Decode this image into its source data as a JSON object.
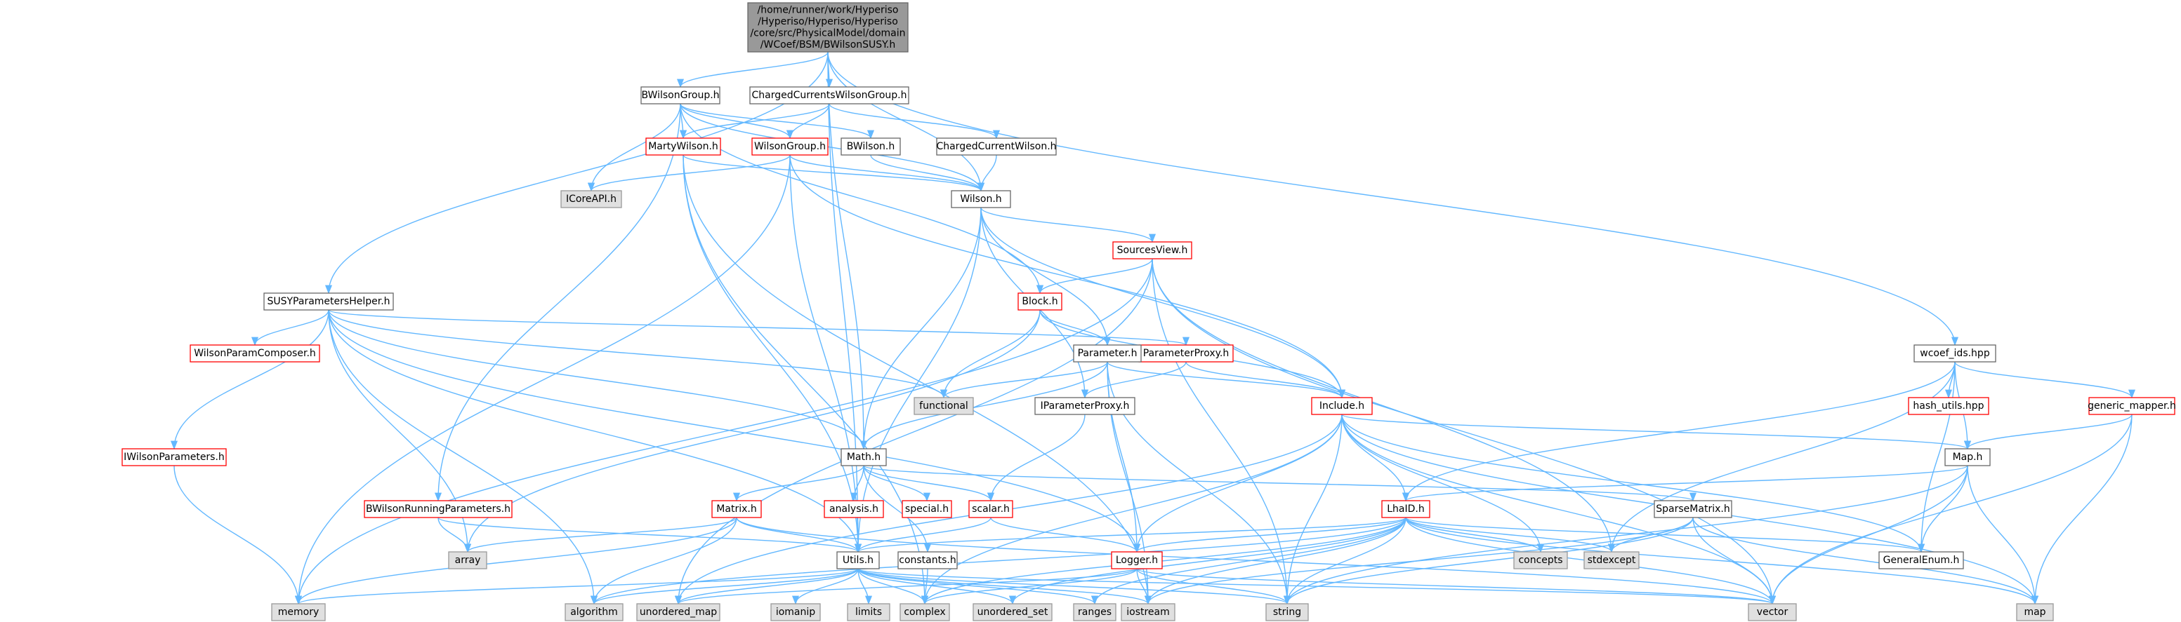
{
  "colors": {
    "edge": "#63b8ff",
    "root_fill": "#999999",
    "root_border": "#666666",
    "node_border": "#666666",
    "red_border": "#ff0000",
    "system_fill": "#e0e0e0",
    "system_border": "#999999",
    "text": "#000000"
  },
  "nodes": [
    {
      "id": "root",
      "kind": "root",
      "lines": [
        "/home/runner/work/Hyperiso",
        "/Hyperiso/Hyperiso/Hyperiso",
        "/core/src/PhysicalModel/domain",
        "/WCoef/BSM/BWilsonSUSY.h"
      ]
    },
    {
      "id": "BWilsonGroup",
      "kind": "normal",
      "lines": [
        "BWilsonGroup.h"
      ]
    },
    {
      "id": "ChargedCurrentsWilsonGroup",
      "kind": "normal",
      "lines": [
        "ChargedCurrentsWilsonGroup.h"
      ]
    },
    {
      "id": "MartyWilson",
      "kind": "red",
      "lines": [
        "MartyWilson.h"
      ]
    },
    {
      "id": "WilsonGroup",
      "kind": "red",
      "lines": [
        "WilsonGroup.h"
      ]
    },
    {
      "id": "BWilson",
      "kind": "normal",
      "lines": [
        "BWilson.h"
      ]
    },
    {
      "id": "ChargedCurrentWilson",
      "kind": "normal",
      "lines": [
        "ChargedCurrentWilson.h"
      ]
    },
    {
      "id": "ICoreAPI",
      "kind": "system",
      "lines": [
        "ICoreAPI.h"
      ]
    },
    {
      "id": "Wilson",
      "kind": "normal",
      "lines": [
        "Wilson.h"
      ]
    },
    {
      "id": "SourcesView",
      "kind": "red",
      "lines": [
        "SourcesView.h"
      ]
    },
    {
      "id": "SUSYParametersHelper",
      "kind": "normal",
      "lines": [
        "SUSYParametersHelper.h"
      ]
    },
    {
      "id": "WilsonParamComposer",
      "kind": "red",
      "lines": [
        "WilsonParamComposer.h"
      ]
    },
    {
      "id": "Block",
      "kind": "red",
      "lines": [
        "Block.h"
      ]
    },
    {
      "id": "ParameterProxy",
      "kind": "red",
      "lines": [
        "ParameterProxy.h"
      ]
    },
    {
      "id": "Parameter",
      "kind": "normal",
      "lines": [
        "Parameter.h"
      ]
    },
    {
      "id": "functional",
      "kind": "system",
      "lines": [
        "functional"
      ]
    },
    {
      "id": "IParameterProxy",
      "kind": "normal",
      "lines": [
        "IParameterProxy.h"
      ]
    },
    {
      "id": "Include",
      "kind": "red",
      "lines": [
        "Include.h"
      ]
    },
    {
      "id": "wcoef_ids",
      "kind": "normal",
      "lines": [
        "wcoef_ids.hpp"
      ]
    },
    {
      "id": "hash_utils",
      "kind": "red",
      "lines": [
        "hash_utils.hpp"
      ]
    },
    {
      "id": "generic_mapper",
      "kind": "red",
      "lines": [
        "generic_mapper.h"
      ]
    },
    {
      "id": "IWilsonParameters",
      "kind": "red",
      "lines": [
        "IWilsonParameters.h"
      ]
    },
    {
      "id": "Math",
      "kind": "normal",
      "lines": [
        "Math.h"
      ]
    },
    {
      "id": "Map",
      "kind": "normal",
      "lines": [
        "Map.h"
      ]
    },
    {
      "id": "BWilsonRunningParameters",
      "kind": "red",
      "lines": [
        "BWilsonRunningParameters.h"
      ]
    },
    {
      "id": "Matrix",
      "kind": "red",
      "lines": [
        "Matrix.h"
      ]
    },
    {
      "id": "analysis",
      "kind": "red",
      "lines": [
        "analysis.h"
      ]
    },
    {
      "id": "special",
      "kind": "red",
      "lines": [
        "special.h"
      ]
    },
    {
      "id": "scalar",
      "kind": "red",
      "lines": [
        "scalar.h"
      ]
    },
    {
      "id": "SparseMatrix",
      "kind": "normal",
      "lines": [
        "SparseMatrix.h"
      ]
    },
    {
      "id": "LhaID",
      "kind": "red",
      "lines": [
        "LhaID.h"
      ]
    },
    {
      "id": "array",
      "kind": "system",
      "lines": [
        "array"
      ]
    },
    {
      "id": "Utils",
      "kind": "normal",
      "lines": [
        "Utils.h"
      ]
    },
    {
      "id": "constants",
      "kind": "normal",
      "lines": [
        "constants.h"
      ]
    },
    {
      "id": "Logger",
      "kind": "red",
      "lines": [
        "Logger.h"
      ]
    },
    {
      "id": "concepts",
      "kind": "system",
      "lines": [
        "concepts"
      ]
    },
    {
      "id": "stdexcept",
      "kind": "system",
      "lines": [
        "stdexcept"
      ]
    },
    {
      "id": "GeneralEnum",
      "kind": "normal",
      "lines": [
        "GeneralEnum.h"
      ]
    },
    {
      "id": "memory",
      "kind": "system",
      "lines": [
        "memory"
      ]
    },
    {
      "id": "algorithm",
      "kind": "system",
      "lines": [
        "algorithm"
      ]
    },
    {
      "id": "unordered_map",
      "kind": "system",
      "lines": [
        "unordered_map"
      ]
    },
    {
      "id": "iomanip",
      "kind": "system",
      "lines": [
        "iomanip"
      ]
    },
    {
      "id": "limits",
      "kind": "system",
      "lines": [
        "limits"
      ]
    },
    {
      "id": "complex",
      "kind": "system",
      "lines": [
        "complex"
      ]
    },
    {
      "id": "unordered_set",
      "kind": "system",
      "lines": [
        "unordered_set"
      ]
    },
    {
      "id": "ranges",
      "kind": "system",
      "lines": [
        "ranges"
      ]
    },
    {
      "id": "iostream",
      "kind": "system",
      "lines": [
        "iostream"
      ]
    },
    {
      "id": "string",
      "kind": "system",
      "lines": [
        "string"
      ]
    },
    {
      "id": "vector",
      "kind": "system",
      "lines": [
        "vector"
      ]
    },
    {
      "id": "map",
      "kind": "system",
      "lines": [
        "map"
      ]
    }
  ],
  "edges": [
    [
      "root",
      "BWilsonGroup"
    ],
    [
      "root",
      "ChargedCurrentsWilsonGroup"
    ],
    [
      "root",
      "SUSYParametersHelper"
    ],
    [
      "root",
      "Wilson"
    ],
    [
      "root",
      "Math"
    ],
    [
      "root",
      "Utils"
    ],
    [
      "root",
      "wcoef_ids"
    ],
    [
      "BWilsonGroup",
      "MartyWilson"
    ],
    [
      "BWilsonGroup",
      "WilsonGroup"
    ],
    [
      "BWilsonGroup",
      "BWilson"
    ],
    [
      "BWilsonGroup",
      "ICoreAPI"
    ],
    [
      "BWilsonGroup",
      "Block"
    ],
    [
      "BWilsonGroup",
      "BWilsonRunningParameters"
    ],
    [
      "BWilsonGroup",
      "Wilson"
    ],
    [
      "ChargedCurrentsWilsonGroup",
      "MartyWilson"
    ],
    [
      "ChargedCurrentsWilsonGroup",
      "WilsonGroup"
    ],
    [
      "ChargedCurrentsWilsonGroup",
      "ChargedCurrentWilson"
    ],
    [
      "MartyWilson",
      "Wilson"
    ],
    [
      "MartyWilson",
      "complex"
    ],
    [
      "MartyWilson",
      "iostream"
    ],
    [
      "MartyWilson",
      "Utils"
    ],
    [
      "WilsonGroup",
      "ICoreAPI"
    ],
    [
      "WilsonGroup",
      "Wilson"
    ],
    [
      "WilsonGroup",
      "Include"
    ],
    [
      "WilsonGroup",
      "memory"
    ],
    [
      "WilsonGroup",
      "Utils"
    ],
    [
      "BWilson",
      "Wilson"
    ],
    [
      "ChargedCurrentWilson",
      "Wilson"
    ],
    [
      "Wilson",
      "SourcesView"
    ],
    [
      "Wilson",
      "Parameter"
    ],
    [
      "Wilson",
      "IParameterProxy"
    ],
    [
      "Wilson",
      "Include"
    ],
    [
      "Wilson",
      "Math"
    ],
    [
      "Wilson",
      "Utils"
    ],
    [
      "SourcesView",
      "Block"
    ],
    [
      "SourcesView",
      "memory"
    ],
    [
      "SourcesView",
      "string"
    ],
    [
      "SourcesView",
      "stdexcept"
    ],
    [
      "SourcesView",
      "vector"
    ],
    [
      "SourcesView",
      "unordered_map"
    ],
    [
      "SUSYParametersHelper",
      "WilsonParamComposer"
    ],
    [
      "SUSYParametersHelper",
      "IWilsonParameters"
    ],
    [
      "SUSYParametersHelper",
      "ParameterProxy"
    ],
    [
      "SUSYParametersHelper",
      "functional"
    ],
    [
      "SUSYParametersHelper",
      "Math"
    ],
    [
      "SUSYParametersHelper",
      "array"
    ],
    [
      "SUSYParametersHelper",
      "Logger"
    ],
    [
      "SUSYParametersHelper",
      "algorithm"
    ],
    [
      "SUSYParametersHelper",
      "Utils"
    ],
    [
      "Block",
      "Parameter"
    ],
    [
      "Block",
      "functional"
    ],
    [
      "Block",
      "array"
    ],
    [
      "Block",
      "Include"
    ],
    [
      "ParameterProxy",
      "IParameterProxy"
    ],
    [
      "ParameterProxy",
      "Include"
    ],
    [
      "Parameter",
      "functional"
    ],
    [
      "Parameter",
      "Include"
    ],
    [
      "Parameter",
      "Math"
    ],
    [
      "Parameter",
      "Logger"
    ],
    [
      "Parameter",
      "iostream"
    ],
    [
      "Parameter",
      "string"
    ],
    [
      "IParameterProxy",
      "scalar"
    ],
    [
      "Include",
      "LhaID"
    ],
    [
      "Include",
      "Map"
    ],
    [
      "Include",
      "GeneralEnum"
    ],
    [
      "Include",
      "Logger"
    ],
    [
      "Include",
      "concepts"
    ],
    [
      "Include",
      "string"
    ],
    [
      "Include",
      "vector"
    ],
    [
      "Include",
      "map"
    ],
    [
      "Include",
      "complex"
    ],
    [
      "Include",
      "unordered_map"
    ],
    [
      "wcoef_ids",
      "hash_utils"
    ],
    [
      "wcoef_ids",
      "generic_mapper"
    ],
    [
      "wcoef_ids",
      "Map"
    ],
    [
      "wcoef_ids",
      "LhaID"
    ],
    [
      "wcoef_ids",
      "GeneralEnum"
    ],
    [
      "wcoef_ids",
      "stdexcept"
    ],
    [
      "generic_mapper",
      "Map"
    ],
    [
      "generic_mapper",
      "vector"
    ],
    [
      "generic_mapper",
      "map"
    ],
    [
      "IWilsonParameters",
      "memory"
    ],
    [
      "Math",
      "Matrix"
    ],
    [
      "Math",
      "analysis"
    ],
    [
      "Math",
      "special"
    ],
    [
      "Math",
      "scalar"
    ],
    [
      "Math",
      "constants"
    ],
    [
      "Math",
      "SparseMatrix"
    ],
    [
      "Map",
      "LhaID"
    ],
    [
      "Map",
      "GeneralEnum"
    ],
    [
      "Map",
      "vector"
    ],
    [
      "Map",
      "map"
    ],
    [
      "Map",
      "string"
    ],
    [
      "BWilsonRunningParameters",
      "array"
    ],
    [
      "BWilsonRunningParameters",
      "Utils"
    ],
    [
      "Matrix",
      "array"
    ],
    [
      "Matrix",
      "memory"
    ],
    [
      "Matrix",
      "algorithm"
    ],
    [
      "Matrix",
      "vector"
    ],
    [
      "Matrix",
      "Utils"
    ],
    [
      "scalar",
      "Utils"
    ],
    [
      "scalar",
      "Logger"
    ],
    [
      "SparseMatrix",
      "stdexcept"
    ],
    [
      "SparseMatrix",
      "vector"
    ],
    [
      "SparseMatrix",
      "map"
    ],
    [
      "SparseMatrix",
      "string"
    ],
    [
      "SparseMatrix",
      "iostream"
    ],
    [
      "LhaID",
      "Utils"
    ],
    [
      "LhaID",
      "Logger"
    ],
    [
      "LhaID",
      "concepts"
    ],
    [
      "LhaID",
      "stdexcept"
    ],
    [
      "LhaID",
      "GeneralEnum"
    ],
    [
      "LhaID",
      "string"
    ],
    [
      "LhaID",
      "vector"
    ],
    [
      "LhaID",
      "map"
    ],
    [
      "LhaID",
      "iostream"
    ],
    [
      "LhaID",
      "complex"
    ],
    [
      "LhaID",
      "ranges"
    ],
    [
      "LhaID",
      "unordered_set"
    ],
    [
      "LhaID",
      "algorithm"
    ],
    [
      "Utils",
      "memory"
    ],
    [
      "Utils",
      "algorithm"
    ],
    [
      "Utils",
      "unordered_map"
    ],
    [
      "Utils",
      "iomanip"
    ],
    [
      "Utils",
      "limits"
    ],
    [
      "Utils",
      "complex"
    ],
    [
      "Utils",
      "unordered_set"
    ],
    [
      "Utils",
      "ranges"
    ],
    [
      "Utils",
      "iostream"
    ],
    [
      "Utils",
      "string"
    ],
    [
      "Utils",
      "vector"
    ],
    [
      "constants",
      "complex"
    ],
    [
      "Logger",
      "iostream"
    ],
    [
      "Logger",
      "string"
    ],
    [
      "Logger",
      "complex"
    ],
    [
      "Logger",
      "unordered_map"
    ],
    [
      "Logger",
      "vector"
    ]
  ]
}
